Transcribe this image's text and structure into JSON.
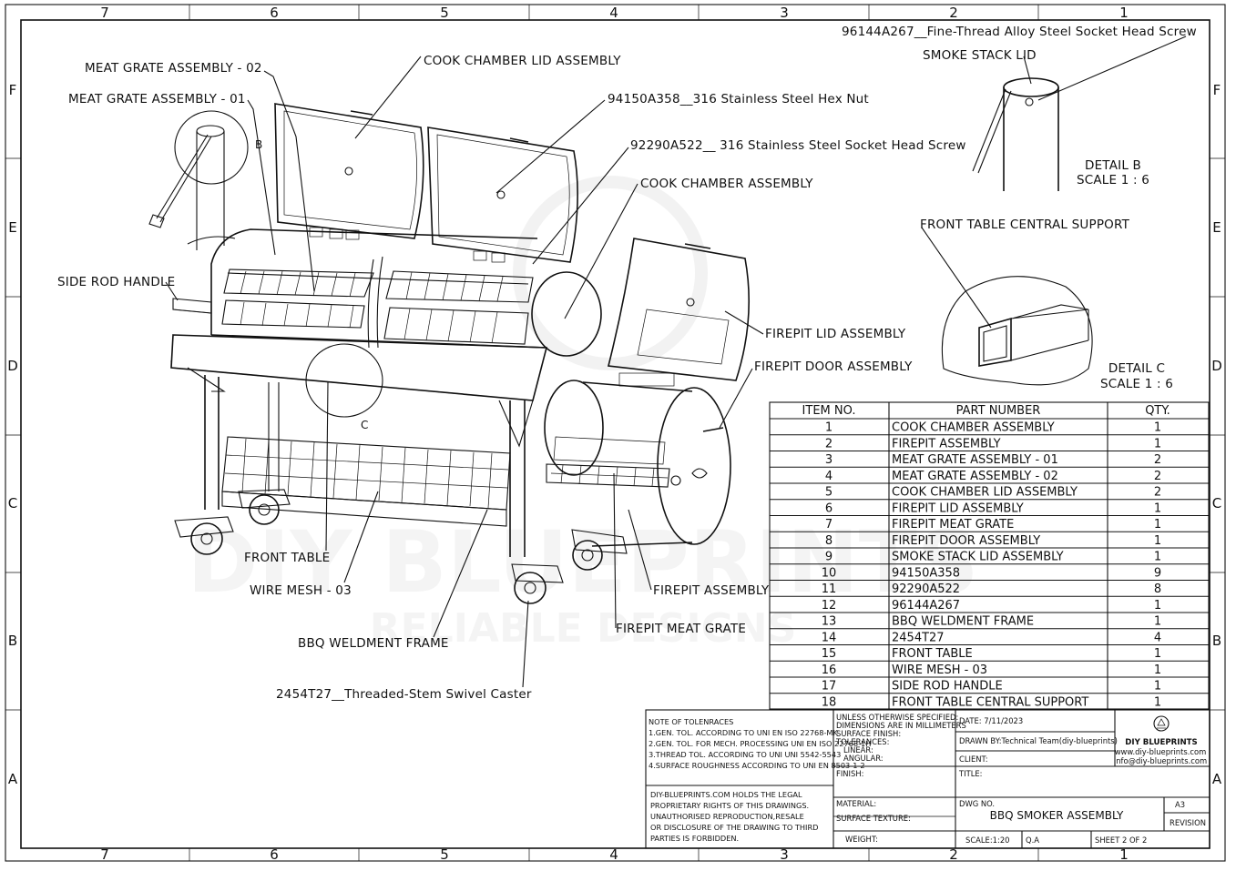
{
  "zones": {
    "cols": [
      "7",
      "6",
      "5",
      "4",
      "3",
      "2",
      "1"
    ],
    "rows": [
      "F",
      "E",
      "D",
      "C",
      "B",
      "A"
    ]
  },
  "watermark": {
    "line1": "DIY BLUEPRINTS",
    "line2": "RELIABLE DESIGNS"
  },
  "callouts": {
    "screw_96144": "96144A267__Fine-Thread Alloy Steel Socket Head Screw",
    "smoke_stack_lid": "SMOKE STACK LID",
    "meat_grate_02": "MEAT GRATE ASSEMBLY - 02",
    "cook_lid": "COOK CHAMBER LID ASSEMBLY",
    "meat_grate_01": "MEAT GRATE ASSEMBLY - 01",
    "hex_nut": "94150A358__316 Stainless Steel Hex Nut",
    "socket_screw": "92290A522__ 316 Stainless Steel Socket Head Screw",
    "cook_chamber": "COOK CHAMBER ASSEMBLY",
    "side_rod": "SIDE ROD HANDLE",
    "firepit_lid": "FIREPIT LID ASSEMBLY",
    "firepit_door": "FIREPIT DOOR ASSEMBLY",
    "front_table": "FRONT TABLE",
    "wire_mesh": "WIRE MESH - 03",
    "firepit_assembly": "FIREPIT ASSEMBLY",
    "firepit_grate": "FIREPIT MEAT GRATE",
    "weldment": "BBQ WELDMENT FRAME",
    "caster": "2454T27__Threaded-Stem Swivel Caster",
    "table_support": "FRONT TABLE CENTRAL SUPPORT",
    "detail_b_marker": "B",
    "detail_c_marker": "C"
  },
  "details": {
    "b": {
      "title": "DETAIL B",
      "scale": "SCALE 1 : 6"
    },
    "c": {
      "title": "DETAIL C",
      "scale": "SCALE 1 : 6"
    }
  },
  "bom": {
    "headers": [
      "ITEM NO.",
      "PART NUMBER",
      "QTY."
    ],
    "rows": [
      [
        "1",
        "COOK CHAMBER ASSEMBLY",
        "1"
      ],
      [
        "2",
        "FIREPIT ASSEMBLY",
        "1"
      ],
      [
        "3",
        "MEAT GRATE ASSEMBLY - 01",
        "2"
      ],
      [
        "4",
        "MEAT GRATE ASSEMBLY - 02",
        "2"
      ],
      [
        "5",
        "COOK CHAMBER LID ASSEMBLY",
        "2"
      ],
      [
        "6",
        "FIREPIT LID ASSEMBLY",
        "1"
      ],
      [
        "7",
        "FIREPIT MEAT GRATE",
        "1"
      ],
      [
        "8",
        "FIREPIT DOOR ASSEMBLY",
        "1"
      ],
      [
        "9",
        "SMOKE STACK LID ASSEMBLY",
        "1"
      ],
      [
        "10",
        "94150A358",
        "9"
      ],
      [
        "11",
        "92290A522",
        "8"
      ],
      [
        "12",
        "96144A267",
        "1"
      ],
      [
        "13",
        "BBQ WELDMENT FRAME",
        "1"
      ],
      [
        "14",
        "2454T27",
        "4"
      ],
      [
        "15",
        "FRONT TABLE",
        "1"
      ],
      [
        "16",
        "WIRE MESH - 03",
        "1"
      ],
      [
        "17",
        "SIDE ROD HANDLE",
        "1"
      ],
      [
        "18",
        "FRONT TABLE CENTRAL SUPPORT",
        "1"
      ]
    ]
  },
  "title_block": {
    "notes_title": "NOTE OF TOLENRACES",
    "notes": [
      "1.GEN. TOL. ACCORDING TO UNI EN ISO 22768-MK",
      "2.GEN. TOL. FOR MECH. PROCESSING UNI EN ISO 22768-1H",
      "3.THREAD TOL. ACCORDING TO UNI UNI 5542-5543",
      "4.SURFACE ROUGHNESS ACCORDING TO UNI EN 8503-1-2"
    ],
    "rights": [
      "DIY-BLUEPRINTS.COM HOLDS THE LEGAL",
      "PROPRIETARY RIGHTS OF THIS DRAWINGS.",
      "UNAUTHORISED REPRODUCTION,RESALE",
      "OR DISCLOSURE OF THE DRAWING TO THIRD",
      "PARTIES IS FORBIDDEN."
    ],
    "spec": [
      "UNLESS OTHERWISE SPECIFIED:",
      "DIMENSIONS ARE IN MILLIMETERS",
      "SURFACE FINISH:",
      "TOLERANCES:",
      "   LINEAR:",
      "   ANGULAR:"
    ],
    "finish": "FINISH:",
    "material": "MATERIAL:",
    "surface_texture": "SURFACE TEXTURE:",
    "weight": "WEIGHT:",
    "date": "DATE: 7/11/2023",
    "drawn_by": "DRAWN BY:Technical Team(diy-blueprints)",
    "client": "CLIENT:",
    "title_label": "TITLE:",
    "dwg_no_label": "DWG NO.",
    "dwg_title": "BBQ SMOKER ASSEMBLY",
    "size": "A3",
    "revision": "REVISION",
    "scale": "SCALE:1:20",
    "qa": "Q.A",
    "sheet": "SHEET 2 OF 2",
    "company": "DIY BLUEPRINTS",
    "website": "www.diy-blueprints.com",
    "email": "info@diy-blueprints.com"
  }
}
